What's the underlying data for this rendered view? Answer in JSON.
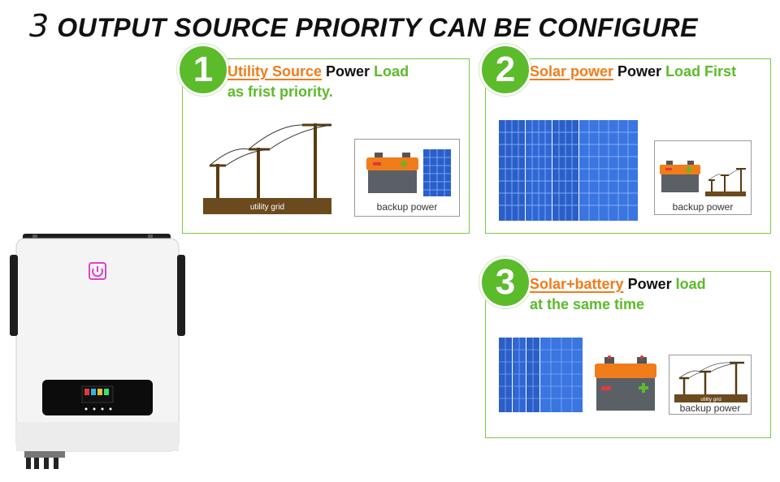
{
  "title": {
    "number": "3",
    "text": "OUTPUT SOURCE PRIORITY CAN BE CONFIGURE"
  },
  "panels": [
    {
      "badge": "1",
      "highlight": "Utility Source",
      "mid": " Power",
      "rest": " Load",
      "line2": "as frist priority.",
      "grid_label": "utility grid",
      "card_label": "backup power"
    },
    {
      "badge": "2",
      "highlight": "Solar power",
      "mid": " Power",
      "rest": " Load First",
      "card_label": "backup power"
    },
    {
      "badge": "3",
      "highlight": "Solar+battery",
      "mid": " Power",
      "rest": " load",
      "line2": "at the same time",
      "grid_label": "utility grid",
      "card_label": "backup power"
    }
  ],
  "colors": {
    "accent_green": "#5bbb2a",
    "accent_orange": "#f07c1a",
    "panel_border": "#7ac943",
    "power_icon": "#e040c8"
  }
}
